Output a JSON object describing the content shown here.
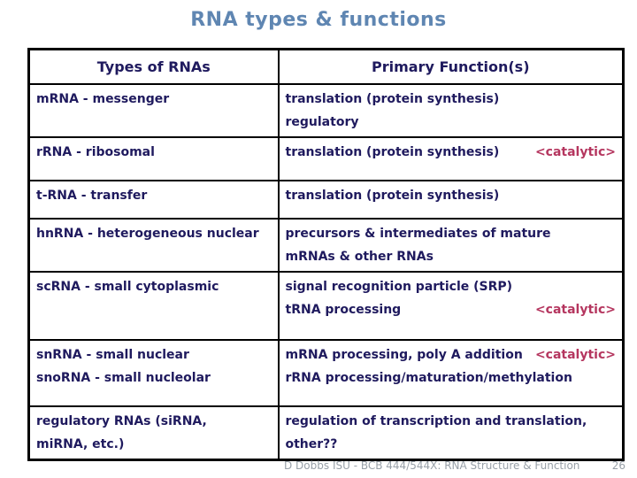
{
  "title": "RNA types & functions",
  "colors": {
    "title_blue": "#5f86b2",
    "body_navy": "#1f1a5e",
    "catalytic_red": "#b5365f",
    "footer_gray": "#98a0a8",
    "table_border": "#000000"
  },
  "table": {
    "headers": {
      "types": "Types of RNAs",
      "functions": "Primary Function(s)"
    },
    "rows": [
      {
        "type_lines": [
          "mRNA - messenger"
        ],
        "functions": [
          {
            "text": "translation (protein synthesis)"
          },
          {
            "text": "regulatory"
          }
        ]
      },
      {
        "type_lines": [
          "rRNA - ribosomal"
        ],
        "functions": [
          {
            "text": "translation (protein synthesis)",
            "tag": "<catalytic>"
          }
        ]
      },
      {
        "type_lines": [
          "t-RNA - transfer"
        ],
        "functions": [
          {
            "text": "translation (protein synthesis)"
          }
        ]
      },
      {
        "type_lines": [
          "hnRNA - heterogeneous nuclear"
        ],
        "functions": [
          {
            "text": "precursors & intermediates of mature"
          },
          {
            "text": "mRNAs & other RNAs"
          }
        ]
      },
      {
        "type_lines": [
          "scRNA - small cytoplasmic"
        ],
        "functions": [
          {
            "text": "signal recognition particle (SRP)"
          },
          {
            "text": "tRNA processing",
            "tag": "<catalytic>"
          }
        ]
      },
      {
        "type_lines": [
          "snRNA - small nuclear",
          "snoRNA - small nucleolar"
        ],
        "functions": [
          {
            "text": "mRNA processing, poly A addition",
            "tag": "<catalytic>"
          },
          {
            "text": "rRNA processing/maturation/methylation"
          }
        ]
      },
      {
        "type_lines": [
          "regulatory RNAs (siRNA,",
          "miRNA, etc.)"
        ],
        "functions": [
          {
            "text": "regulation of transcription and translation,"
          },
          {
            "text": "other??"
          }
        ]
      }
    ]
  },
  "footer": {
    "credit": "D Dobbs ISU - BCB 444/544X: RNA Structure & Function",
    "page_number": "26"
  }
}
